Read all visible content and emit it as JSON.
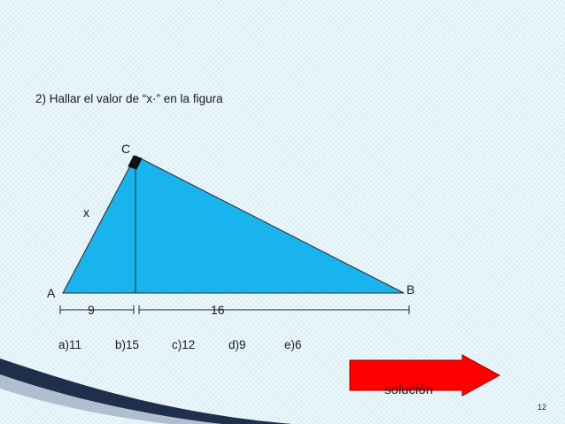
{
  "slide": {
    "question": "2) Hallar el valor de “x·” en la figura",
    "figure": {
      "vertex_c": "C",
      "vertex_a": "A",
      "vertex_b": "B",
      "side_label": "x",
      "segment_left": "9",
      "segment_right": "16"
    },
    "options": [
      "a)11",
      "b)15",
      "c)12",
      "d)9",
      "e)6"
    ],
    "solution_button": "solución",
    "page_number": "12",
    "colors": {
      "triangle_fill": "#19b3ee",
      "arrow_fill": "#ff0000",
      "background": "#e6f4f9",
      "swoosh": "#1f2e4a"
    }
  }
}
